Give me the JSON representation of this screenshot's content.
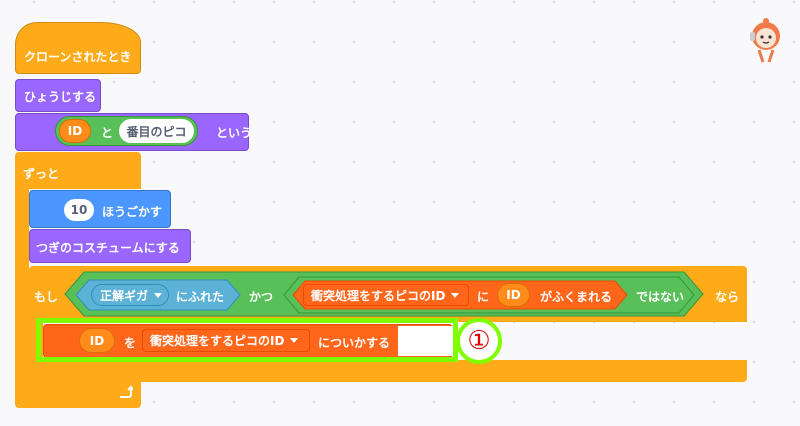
{
  "blocks": {
    "hat_label": "クローンされたとき",
    "show_label": "ひょうじする",
    "say": {
      "var": "ID",
      "join": "と",
      "text": "番目のピコ",
      "suffix": "という"
    },
    "forever_label": "ずっと",
    "move": {
      "steps": "10",
      "label": "ほうごかす"
    },
    "next_costume_label": "つぎのコスチュームにする",
    "if_block": {
      "prefix": "もし",
      "touching_menu": "正解ギガ",
      "touching_label": "にふれた",
      "and_label": "かつ",
      "list_menu": "衝突処理をするピコのID",
      "contains_prefix": "に",
      "contains_var": "ID",
      "contains_label": "がふくまれる",
      "not_label": "ではない",
      "suffix": "なら"
    },
    "set_block": {
      "var": "ID",
      "joiner": "を",
      "list_menu": "衝突処理をするピコのID",
      "suffix": "についかする"
    }
  },
  "annotation": {
    "marker": "①",
    "color": "#7fff00"
  },
  "colors": {
    "events": "#ffab19",
    "looks": "#9966ff",
    "motion": "#4c97ff",
    "operators": "#59c059",
    "variables": "#ff8c1a",
    "sensing": "#5cb1d6",
    "list": "#ff661a",
    "highlight": "#7fff00"
  },
  "mascot_icon": "pico-mascot-icon"
}
